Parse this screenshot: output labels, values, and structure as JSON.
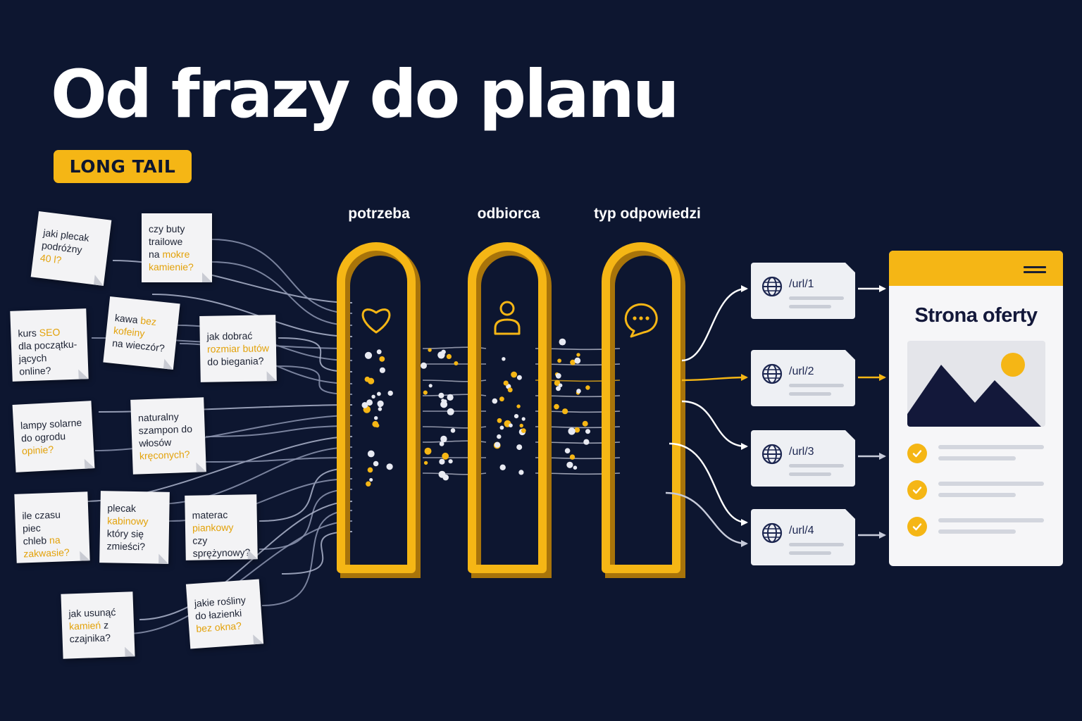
{
  "title": "Od frazy do planu",
  "badge": "LONG TAIL",
  "gates": [
    {
      "label": "potrzeba",
      "icon": "heart-icon"
    },
    {
      "label": "odbiorca",
      "icon": "person-icon"
    },
    {
      "label": "typ odpowiedzi",
      "icon": "chat-bubble-icon"
    }
  ],
  "notes": [
    {
      "lines": [
        [
          {
            "t": "jaki plecak"
          }
        ],
        [
          {
            "t": "podróżny"
          }
        ],
        [
          {
            "t": "40 l?",
            "h": true
          }
        ]
      ]
    },
    {
      "lines": [
        [
          {
            "t": "czy buty"
          }
        ],
        [
          {
            "t": "trailowe"
          }
        ],
        [
          {
            "t": "na "
          },
          {
            "t": "mokre",
            "h": true
          }
        ],
        [
          {
            "t": "kamienie?",
            "h": true
          }
        ]
      ]
    },
    {
      "lines": [
        [
          {
            "t": "kurs "
          },
          {
            "t": "SEO",
            "h": true
          }
        ],
        [
          {
            "t": "dla początku-"
          }
        ],
        [
          {
            "t": "jących online?"
          }
        ]
      ]
    },
    {
      "lines": [
        [
          {
            "t": "kawa "
          },
          {
            "t": "bez",
            "h": true
          }
        ],
        [
          {
            "t": "kofeiny",
            "h": true
          }
        ],
        [
          {
            "t": "na wieczór?"
          }
        ]
      ]
    },
    {
      "lines": [
        [
          {
            "t": "jak dobrać"
          }
        ],
        [
          {
            "t": "rozmiar butów",
            "h": true
          }
        ],
        [
          {
            "t": "do biegania?"
          }
        ]
      ]
    },
    {
      "lines": [
        [
          {
            "t": "lampy solarne"
          }
        ],
        [
          {
            "t": "do ogrodu"
          }
        ],
        [
          {
            "t": "opinie?",
            "h": true
          }
        ]
      ]
    },
    {
      "lines": [
        [
          {
            "t": "naturalny"
          }
        ],
        [
          {
            "t": "szampon do"
          }
        ],
        [
          {
            "t": "włosów"
          }
        ],
        [
          {
            "t": "kręconych?",
            "h": true
          }
        ]
      ]
    },
    {
      "lines": [
        [
          {
            "t": "ile czasu piec"
          }
        ],
        [
          {
            "t": "chleb "
          },
          {
            "t": "na",
            "h": true
          }
        ],
        [
          {
            "t": "zakwasie?",
            "h": true
          }
        ]
      ]
    },
    {
      "lines": [
        [
          {
            "t": "plecak"
          }
        ],
        [
          {
            "t": "kabinowy",
            "h": true
          }
        ],
        [
          {
            "t": "który się"
          }
        ],
        [
          {
            "t": "zmieści?"
          }
        ]
      ]
    },
    {
      "lines": [
        [
          {
            "t": "materac"
          }
        ],
        [
          {
            "t": "piankowy",
            "h": true
          },
          {
            "t": " czy"
          }
        ],
        [
          {
            "t": "sprężynowy?"
          }
        ]
      ]
    },
    {
      "lines": [
        [
          {
            "t": "jak usunąć"
          }
        ],
        [
          {
            "t": "kamień",
            "h": true
          },
          {
            "t": " z"
          }
        ],
        [
          {
            "t": "czajnika?"
          }
        ]
      ]
    },
    {
      "lines": [
        [
          {
            "t": "jakie rośliny"
          }
        ],
        [
          {
            "t": "do łazienki"
          }
        ],
        [
          {
            "t": "bez okna?",
            "h": true
          }
        ]
      ]
    }
  ],
  "urls": [
    "/url/1",
    "/url/2",
    "/url/3",
    "/url/4"
  ],
  "page": {
    "title": "Strona oferty"
  },
  "colors": {
    "background": "#0d1630",
    "accent": "#f5b615",
    "card": "#f3f3f5"
  }
}
